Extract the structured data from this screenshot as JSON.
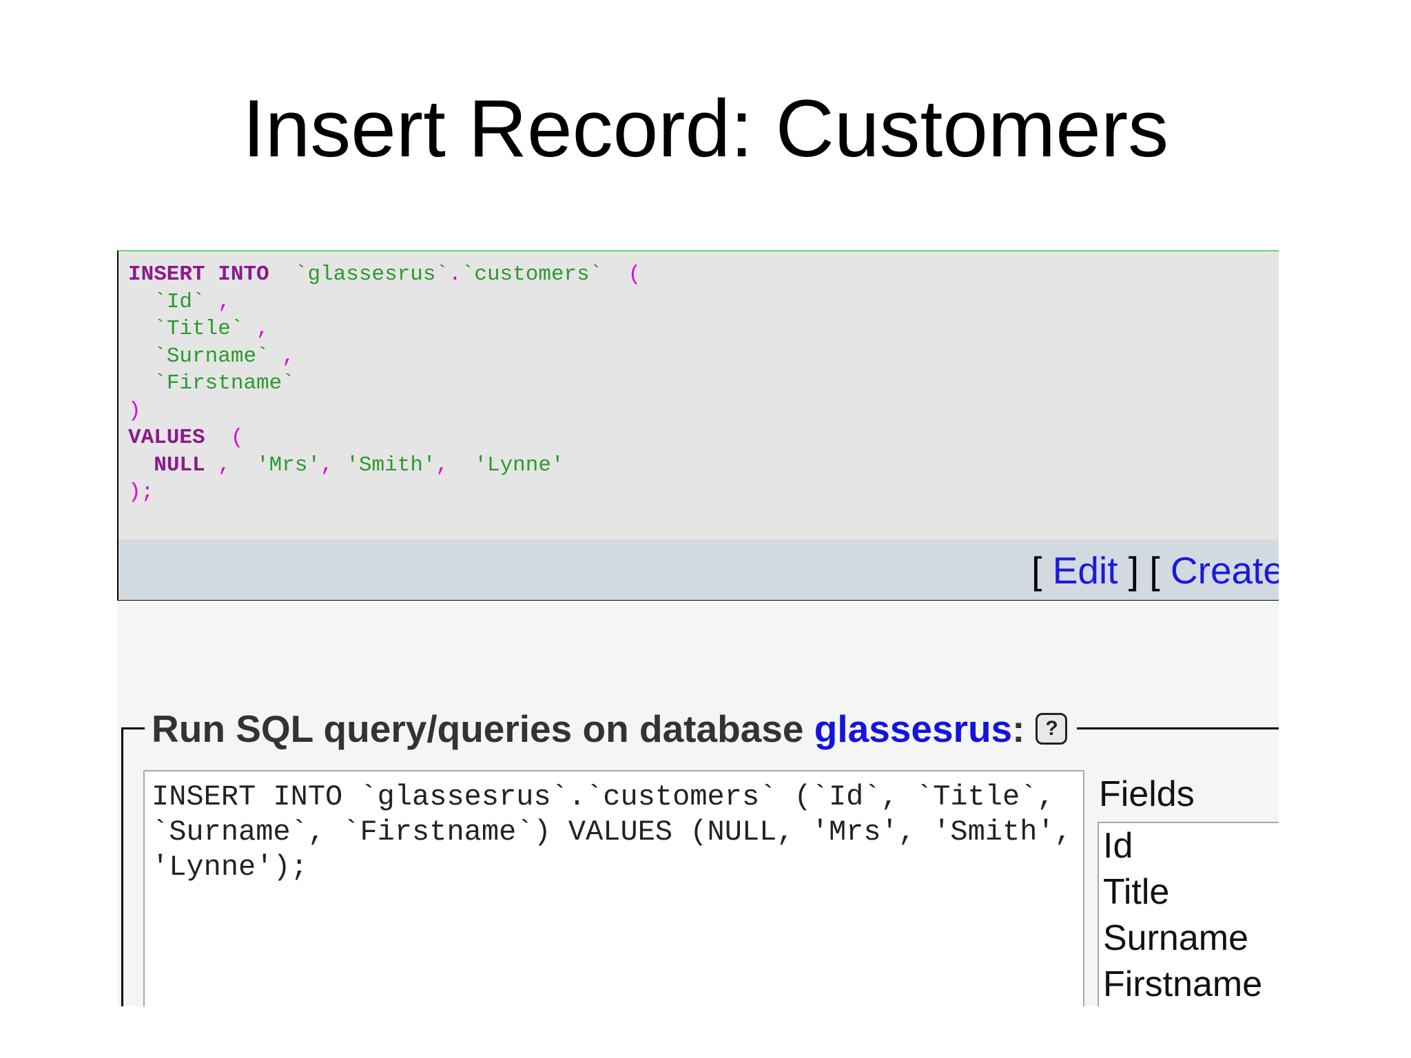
{
  "slide": {
    "title": "Insert Record: Customers"
  },
  "sql_panel": {
    "code": {
      "line1": {
        "kw1": "INSERT",
        "kw2": "INTO",
        "table": "`glassesrus`",
        "dot": ".",
        "table2": "`customers`",
        "paren": "("
      },
      "cols": [
        {
          "name": "`Id`",
          "sep": ","
        },
        {
          "name": "`Title`",
          "sep": ","
        },
        {
          "name": "`Surname`",
          "sep": ","
        },
        {
          "name": "`Firstname`",
          "sep": ""
        }
      ],
      "close_paren": ")",
      "values_kw": "VALUES",
      "values_paren": "(",
      "null_kw": "NULL",
      "values": [
        "'Mrs'",
        "'Smith'",
        "'Lynne'"
      ],
      "end": ");"
    },
    "links": {
      "edit": "Edit",
      "create": "Create"
    }
  },
  "query_box": {
    "legend_prefix": "Run SQL query/queries on database",
    "db_name": "glassesrus",
    "legend_suffix": ":",
    "help_icon": "?",
    "textarea_value": "INSERT INTO `glassesrus`.`customers` (`Id`, `Title`, `Surname`, `Firstname`) VALUES (NULL, 'Mrs', 'Smith', 'Lynne');",
    "fields_label": "Fields",
    "fields": [
      "Id",
      "Title",
      "Surname",
      "Firstname"
    ]
  }
}
